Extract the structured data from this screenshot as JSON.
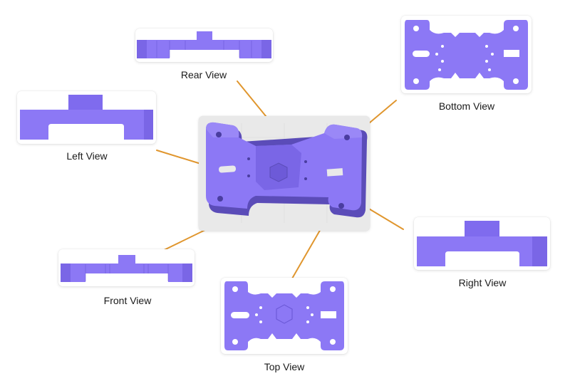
{
  "labels": {
    "rear": "Rear View",
    "bottom": "Bottom View",
    "left": "Left View",
    "right": "Right View",
    "front": "Front View",
    "top": "Top View"
  },
  "colors": {
    "part": "#8c78f5",
    "part_dark": "#6d5ad8",
    "part_shadow": "#5b4cb8",
    "leader": "#e0962e",
    "center_bg": "#e6e6e6"
  }
}
